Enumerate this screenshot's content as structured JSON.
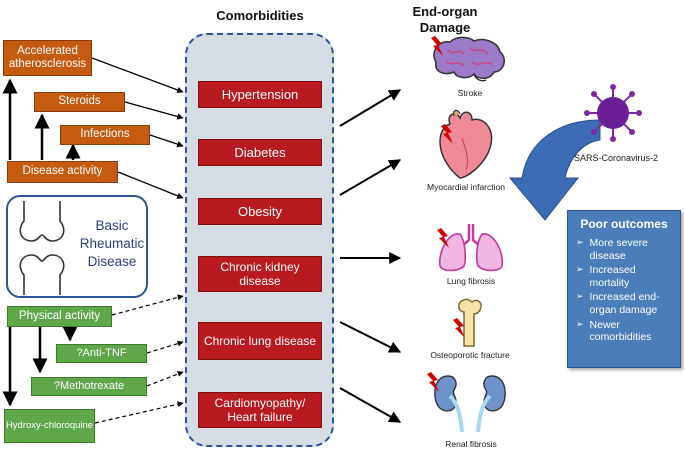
{
  "headings": {
    "comorbidities": "Comorbidities",
    "end_organ": "End-organ Damage"
  },
  "left": {
    "accelerated": "Accelerated atherosclerosis",
    "steroids": "Steroids",
    "infections": "Infections",
    "disease_activity": "Disease activity",
    "basic_disease": "Basic Rheumatic Disease",
    "physical_activity": "Physical activity",
    "anti_tnf": "?Anti-TNF",
    "methotrexate": "?Methotrexate",
    "hydroxychloroquine": "Hydroxy-chloroquine"
  },
  "comorbidities": [
    "Hypertension",
    "Diabetes",
    "Obesity",
    "Chronic kidney disease",
    "Chronic lung disease",
    "Cardiomyopathy/ Heart failure"
  ],
  "organs": {
    "stroke": "Stroke",
    "mi": "Myocardial infarction",
    "lung": "Lung fibrosis",
    "bone": "Osteoporotic fracture",
    "renal": "Renal fibrosis"
  },
  "virus_label": "SARS-Coronavirus-2",
  "poor_outcomes": {
    "title": "Poor outcomes",
    "items": [
      "More severe disease",
      "Increased mortality",
      "Increased end-organ damage",
      "Newer comorbidities"
    ]
  },
  "colors": {
    "orange": "#c55a11",
    "green": "#5fa84a",
    "red": "#b81a1f",
    "panel": "#d6dce4",
    "panel_border": "#2f5597",
    "poor_box": "#4a7ebb"
  }
}
